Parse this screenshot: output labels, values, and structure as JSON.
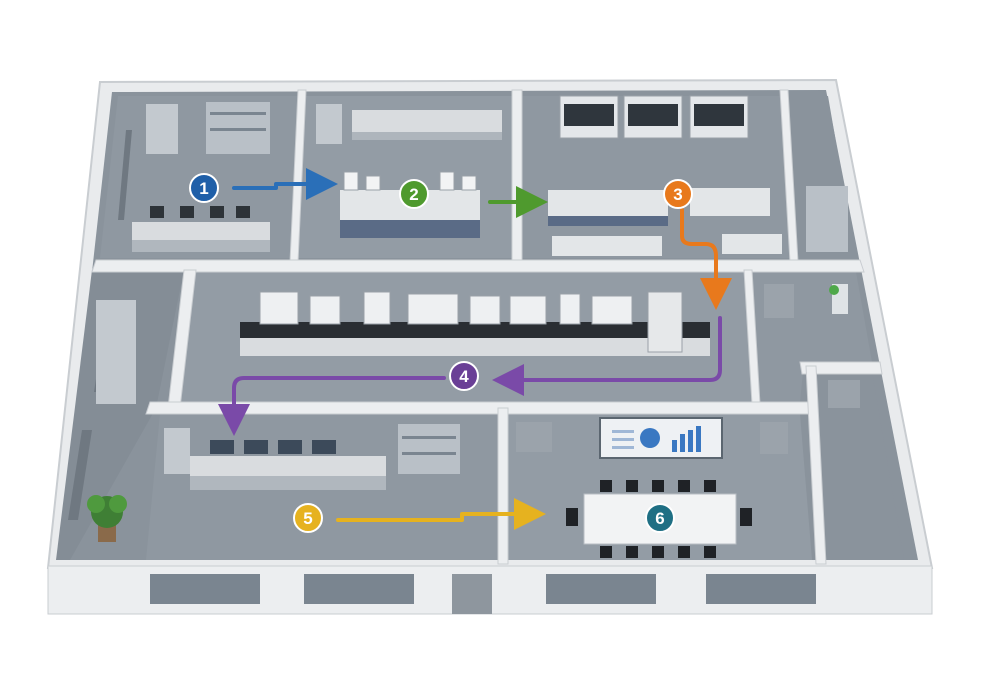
{
  "floorplan": {
    "colors": {
      "wall": "#eceef0",
      "wall_shadow": "#c9cdd1",
      "floor": "#8a939c",
      "floor_dark": "#6f7881",
      "bench": "#d9dcdf",
      "cabinet": "#b9c0c7",
      "window": "#7a8590"
    },
    "markers": [
      {
        "label": "1",
        "color": "#1f5fa8"
      },
      {
        "label": "2",
        "color": "#4f9a2e"
      },
      {
        "label": "3",
        "color": "#e8791c"
      },
      {
        "label": "4",
        "color": "#6a3f96"
      },
      {
        "label": "5",
        "color": "#e6b21f"
      },
      {
        "label": "6",
        "color": "#1f6f84"
      }
    ],
    "flows": [
      {
        "from": "1",
        "to": "2",
        "color": "#2a6fb8"
      },
      {
        "from": "2",
        "to": "3",
        "color": "#4f9a2e"
      },
      {
        "from": "3",
        "to": "4",
        "color": "#e8791c"
      },
      {
        "from": "4",
        "to": "5",
        "color": "#7a4aa8"
      },
      {
        "from": "5",
        "to": "6",
        "color": "#e6b21f"
      }
    ],
    "screen": {
      "chart_colors": [
        "#3a78c2",
        "#9fb7d6",
        "#c9d6e6"
      ]
    }
  }
}
